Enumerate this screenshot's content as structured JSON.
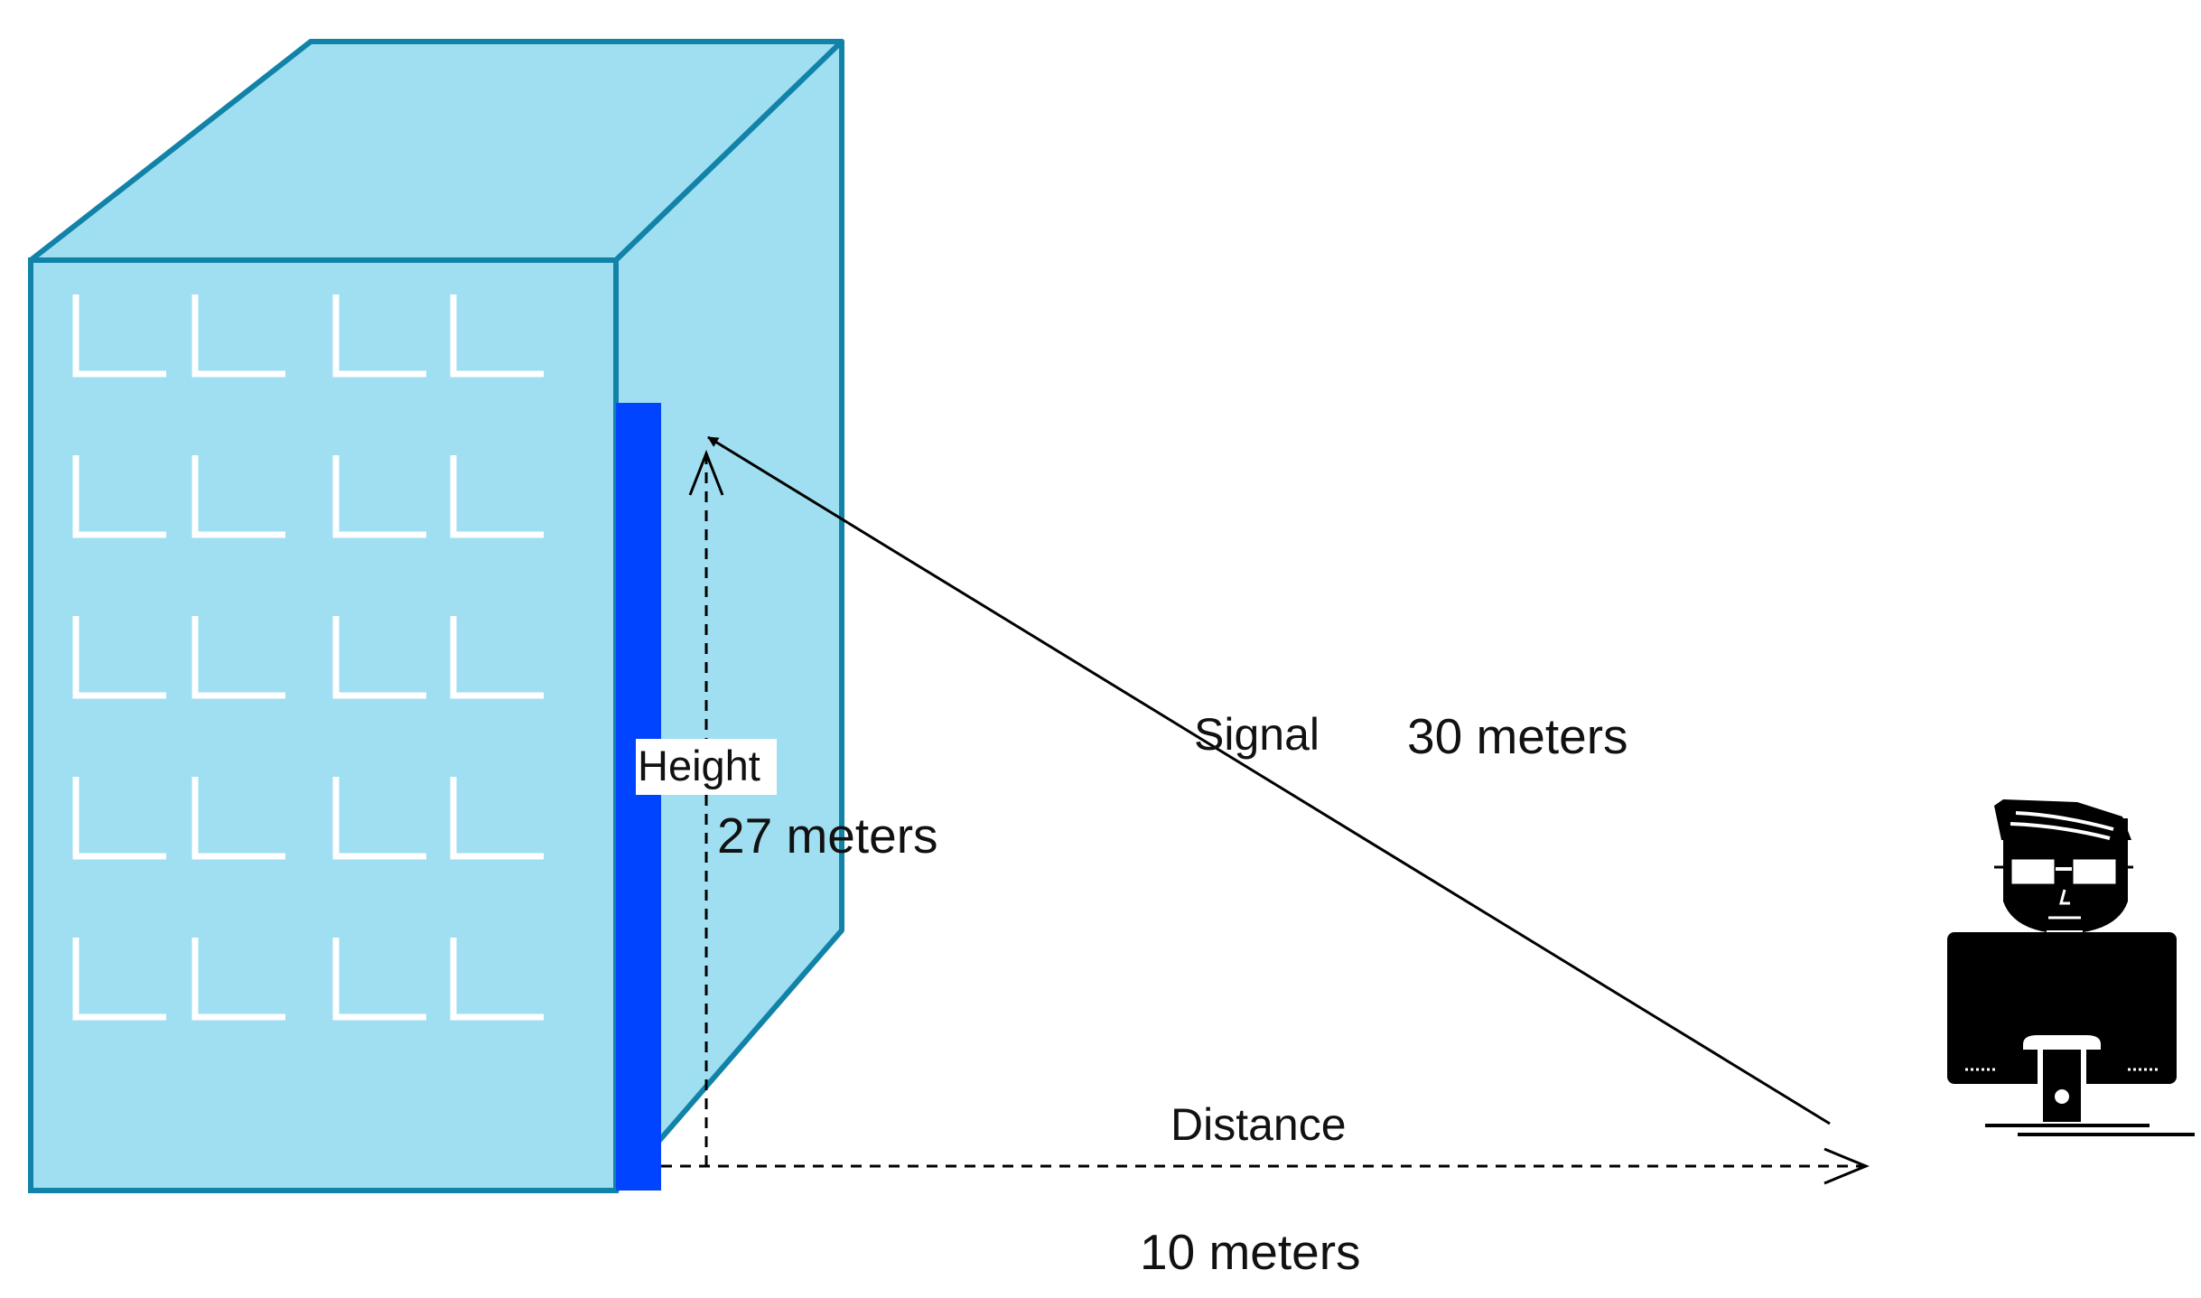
{
  "labels": {
    "signal": "Signal",
    "signal_length": "30 meters",
    "height": "Height",
    "height_length": "27 meters",
    "distance": "Distance",
    "distance_length": "10 meters"
  },
  "figures": {
    "building": "building-icon",
    "person": "person-at-computer-icon",
    "tower": "tower-bar"
  },
  "colors": {
    "building_fill": "#A0DFF1",
    "building_stroke": "#1283A8",
    "window": "#FFFFFF",
    "tower": "#0044FF",
    "line": "#000000"
  },
  "windows": {
    "rows": 5,
    "columns": 4
  }
}
